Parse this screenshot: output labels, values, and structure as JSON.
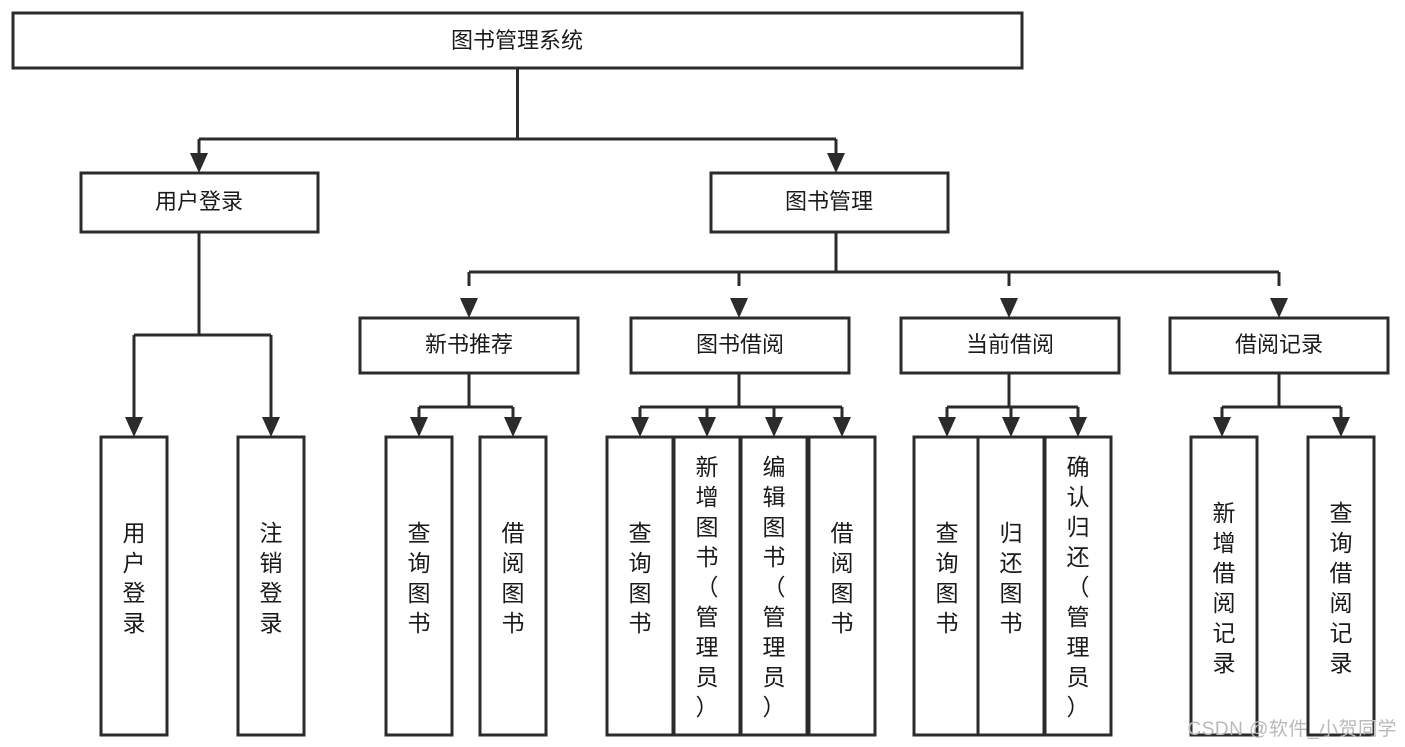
{
  "diagram": {
    "type": "tree",
    "title": "图书管理系统",
    "watermark": "CSDN @软件_小贺同学",
    "colors": {
      "box_stroke": "#2b2b2b",
      "box_fill": "#ffffff",
      "text": "#1a1a1a",
      "connector": "#2b2b2b",
      "watermark": "#b9b9b9",
      "background": "#ffffff"
    },
    "root": {
      "id": "root",
      "label": "图书管理系统",
      "orientation": "horizontal"
    },
    "level2": [
      {
        "id": "user-login",
        "label": "用户登录",
        "orientation": "horizontal"
      },
      {
        "id": "book-manage",
        "label": "图书管理",
        "orientation": "horizontal"
      }
    ],
    "level3": [
      {
        "id": "new-book-recommend",
        "label": "新书推荐",
        "orientation": "horizontal",
        "parent": "book-manage"
      },
      {
        "id": "book-borrow",
        "label": "图书借阅",
        "orientation": "horizontal",
        "parent": "book-manage"
      },
      {
        "id": "current-borrow",
        "label": "当前借阅",
        "orientation": "horizontal",
        "parent": "book-manage"
      },
      {
        "id": "borrow-record",
        "label": "借阅记录",
        "orientation": "horizontal",
        "parent": "book-manage"
      }
    ],
    "leaves": {
      "user_login": [
        {
          "id": "leaf-user-login",
          "label": "用户登录",
          "orientation": "vertical"
        },
        {
          "id": "leaf-logout-login",
          "label": "注销登录",
          "orientation": "vertical"
        }
      ],
      "new_book_recommend": [
        {
          "id": "leaf-query-book-1",
          "label": "查询图书",
          "orientation": "vertical"
        },
        {
          "id": "leaf-borrow-book-1",
          "label": "借阅图书",
          "orientation": "vertical"
        }
      ],
      "book_borrow": [
        {
          "id": "leaf-query-book-2",
          "label": "查询图书",
          "orientation": "vertical"
        },
        {
          "id": "leaf-add-book",
          "label": "新增图书（管理员）",
          "orientation": "vertical"
        },
        {
          "id": "leaf-edit-book",
          "label": "编辑图书（管理员）",
          "orientation": "vertical"
        },
        {
          "id": "leaf-borrow-book-2",
          "label": "借阅图书",
          "orientation": "vertical"
        }
      ],
      "current_borrow": [
        {
          "id": "leaf-query-book-3",
          "label": "查询图书",
          "orientation": "vertical"
        },
        {
          "id": "leaf-return-book",
          "label": "归还图书",
          "orientation": "vertical"
        },
        {
          "id": "leaf-confirm-return",
          "label": "确认归还（管理员）",
          "orientation": "vertical"
        }
      ],
      "borrow_record": [
        {
          "id": "leaf-add-record",
          "label": "新增借阅记录",
          "orientation": "vertical"
        },
        {
          "id": "leaf-query-record",
          "label": "查询借阅记录",
          "orientation": "vertical"
        }
      ]
    }
  }
}
